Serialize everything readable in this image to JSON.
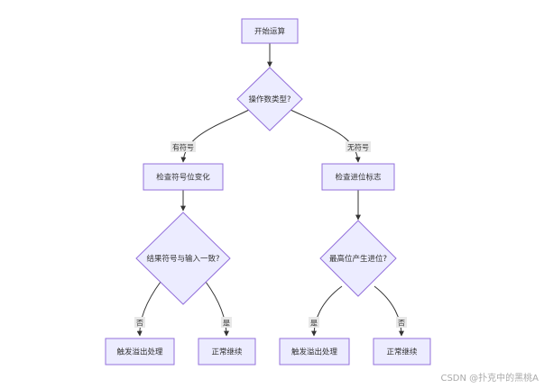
{
  "colors": {
    "node_fill": "#ECECFF",
    "node_stroke": "#9370DB",
    "edge": "#333333",
    "text": "#333333",
    "label_bg": "#E8E8E8",
    "watermark": "#AAAAAA"
  },
  "nodes": {
    "start": "开始运算",
    "operand_type": "操作数类型?",
    "check_sign": "检查符号位变化",
    "check_carry": "检查进位标志",
    "sign_consistent": "结果符号与输入一致?",
    "msb_carry": "最高位产生进位?",
    "overflow_left": "触发溢出处理",
    "normal_left": "正常继续",
    "overflow_right": "触发溢出处理",
    "normal_right": "正常继续"
  },
  "edge_labels": {
    "signed": "有符号",
    "unsigned": "无符号",
    "left_no": "否",
    "left_yes": "是",
    "right_yes": "是",
    "right_no": "否"
  },
  "watermark": "CSDN @扑克中的黑桃A"
}
